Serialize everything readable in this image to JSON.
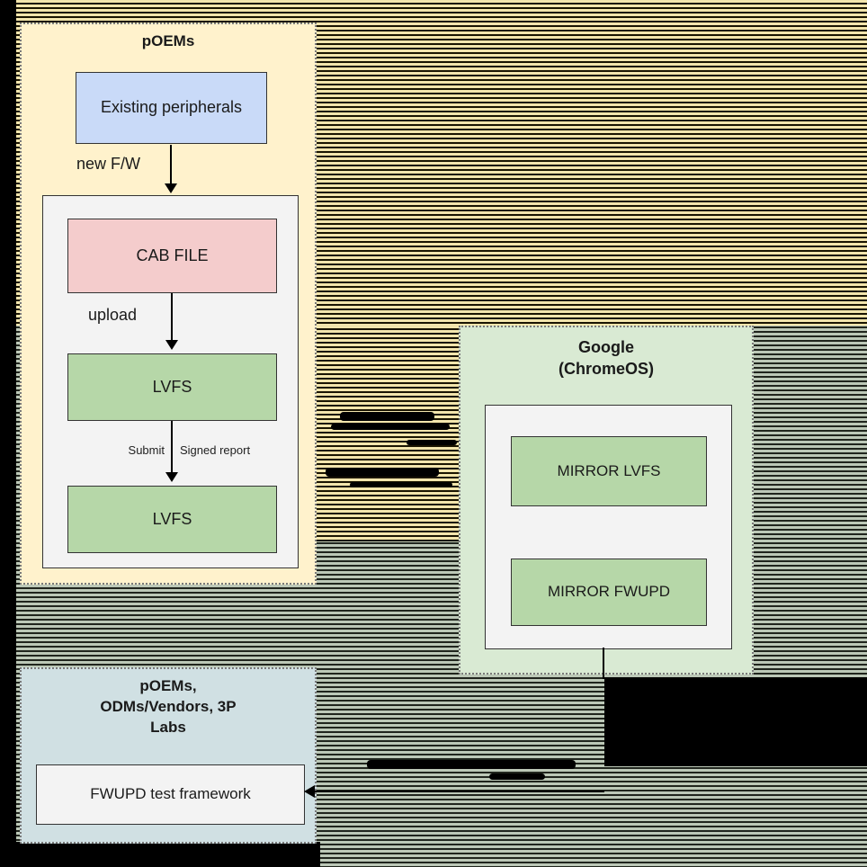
{
  "groups": {
    "poems": {
      "title": "pOEMs",
      "existing_peripherals_label": "Existing peripherals",
      "new_fw_label": "new F/W",
      "cab_file_label": "CAB FILE",
      "upload_label": "upload",
      "lvfs_top_label": "LVFS",
      "submit_label": "Submit",
      "signed_report_label": "Signed report",
      "lvfs_bottom_label": "LVFS"
    },
    "google": {
      "title": "Google\n(ChromeOS)",
      "mirror_lvfs_label": "MIRROR LVFS",
      "mirror_fwupd_label": "MIRROR FWUPD"
    },
    "labs": {
      "title": "pOEMs,\nODMs/Vendors, 3P\nLabs",
      "fwupd_test_framework_label": "FWUPD test framework"
    }
  },
  "colors": {
    "peripherals_box": "#c9daf8",
    "cab_file_box": "#f4cccc",
    "lvfs_box": "#b6d7a8",
    "poems_group_bg": "#fff2cc",
    "google_group_bg": "#d9ead3",
    "labs_group_bg": "#d0e0e3",
    "inner_container_bg": "#f3f3f3"
  }
}
